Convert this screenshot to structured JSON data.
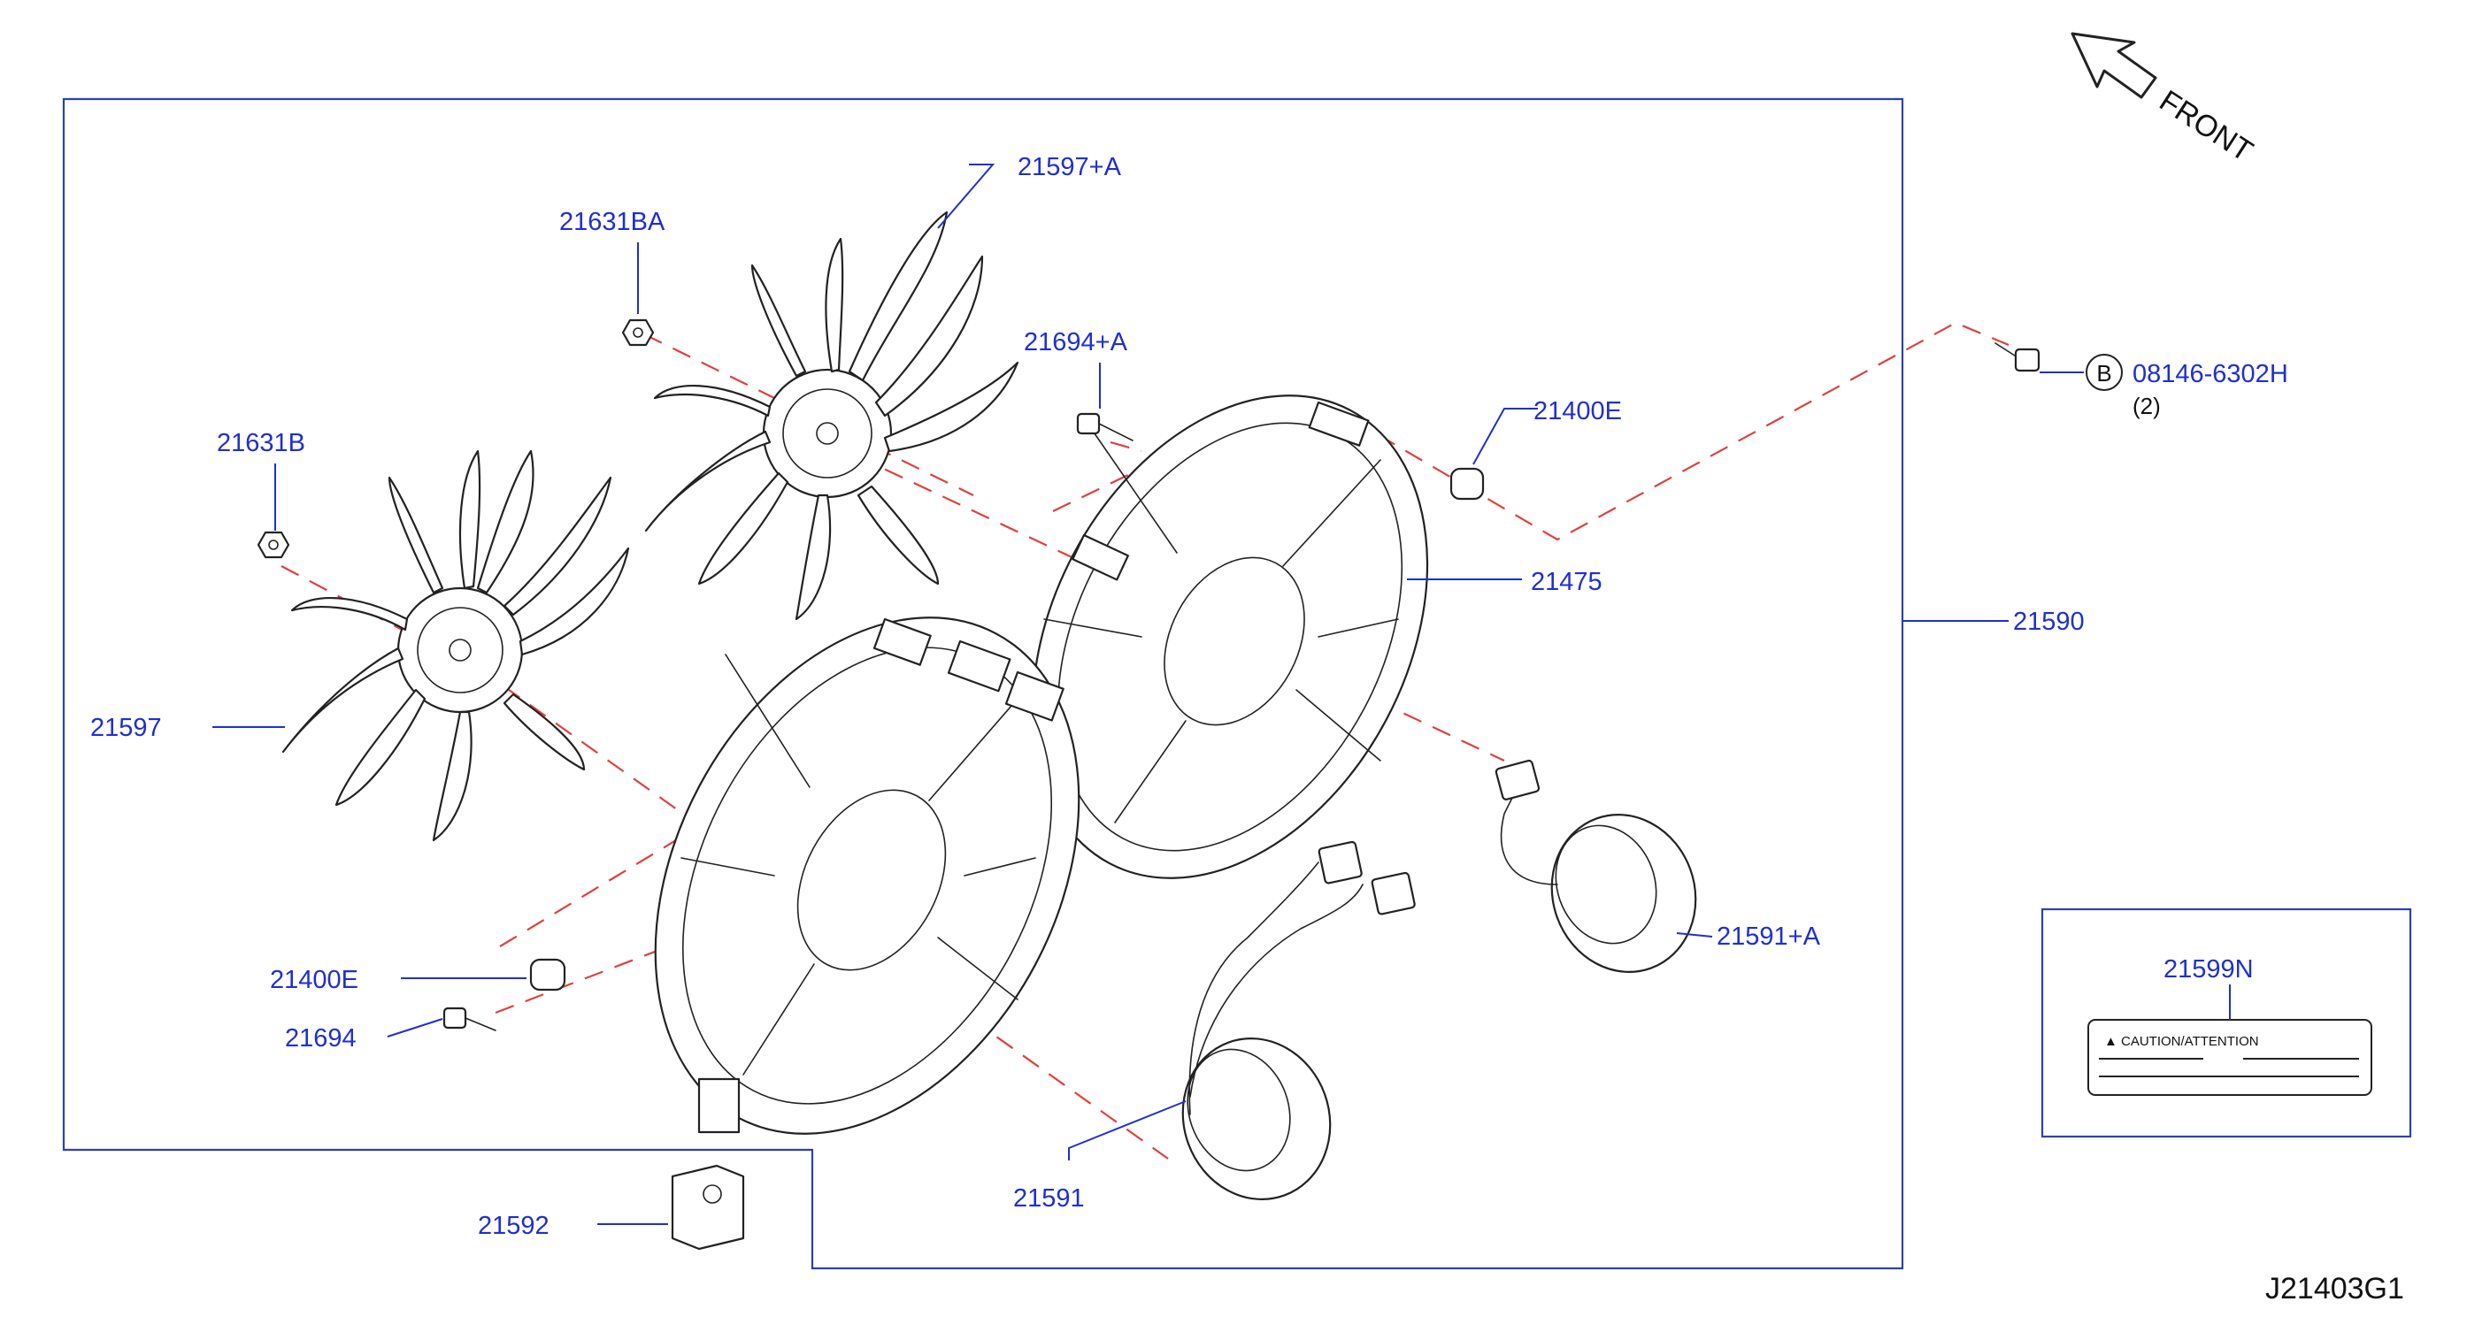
{
  "diagram_id": "J21403G1",
  "direction_label": "FRONT",
  "parts": {
    "fan_blade_right": "21597+A",
    "nut_right": "21631BA",
    "screw_right": "21694+A",
    "bushing_right": "21400E",
    "shroud_right": "21475",
    "fan_assembly": "21590",
    "bolt_code": "08146-6302H",
    "bolt_qty": "(2)",
    "bolt_ref": "B",
    "nut_left": "21631B",
    "fan_blade_left": "21597",
    "bushing_left": "21400E",
    "screw_left": "21694",
    "bracket": "21592",
    "motor_left": "21591",
    "motor_right": "21591+A",
    "caution_label_part": "21599N",
    "caution_text": "▲ CAUTION/ATTENTION"
  }
}
